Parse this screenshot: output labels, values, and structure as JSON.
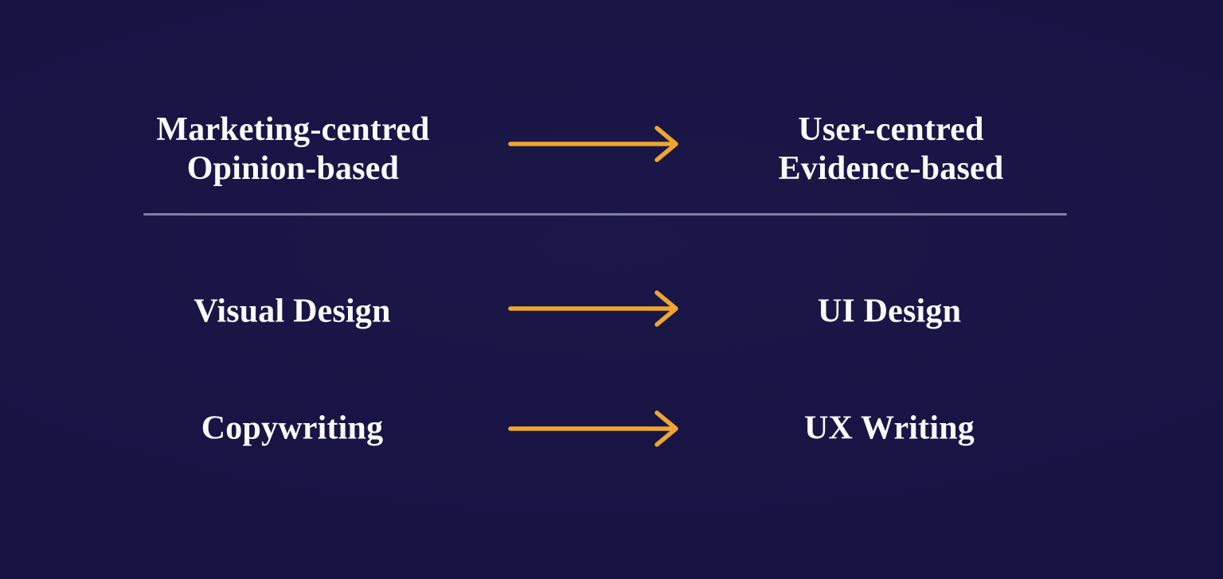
{
  "theme": {
    "background": "#171343",
    "text_color": "#FAFAFC",
    "arrow_color": "#EEA62F",
    "divider_color": "#8B8BB0"
  },
  "icons": {
    "arrow": "right-arrow"
  },
  "rows": [
    {
      "left_lines": [
        "Marketing-centred",
        "Opinion-based"
      ],
      "right_lines": [
        "User-centred",
        "Evidence-based"
      ]
    },
    {
      "left_lines": [
        "Visual Design"
      ],
      "right_lines": [
        "UI Design"
      ]
    },
    {
      "left_lines": [
        "Copywriting"
      ],
      "right_lines": [
        "UX Writing"
      ]
    }
  ]
}
